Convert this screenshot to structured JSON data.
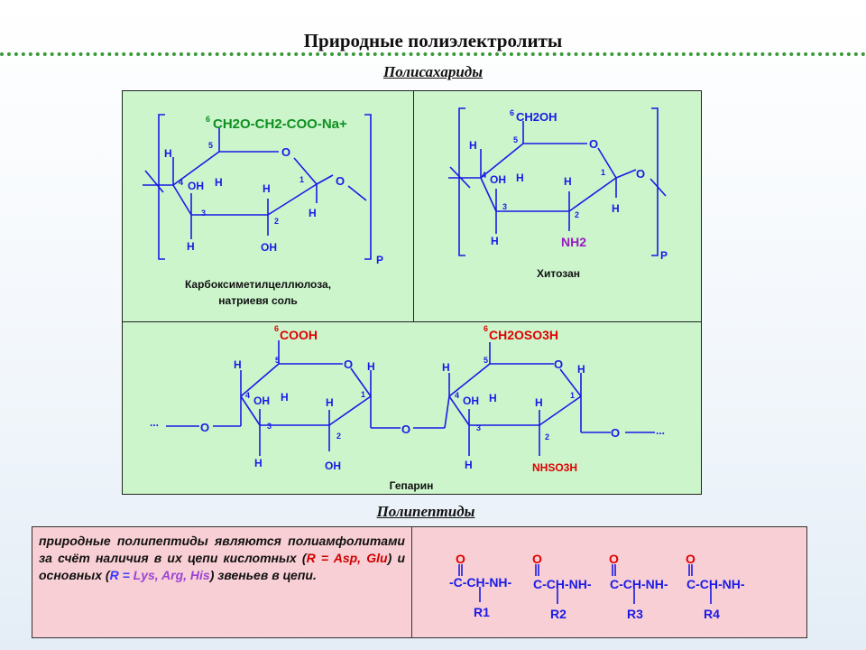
{
  "slide_title": "Природные полиэлектролиты",
  "sections": {
    "polysaccharides": "Полисахариды",
    "polypeptides": "Полипептиды"
  },
  "cmc": {
    "substituent_num": "6",
    "substituent": "CH2O-CH2-COO-Na+",
    "atoms": {
      "h_top": "H",
      "n5": "5",
      "o_ring": "O",
      "n4": "4",
      "oh_left": "OH",
      "h_mid": "H",
      "h_c2": "H",
      "n1": "1",
      "o_link": "O",
      "n3": "3",
      "n2": "2",
      "h_bot": "H",
      "oh_bot": "OH",
      "h_c1": "H"
    },
    "subscript": "P",
    "caption_line1": "Карбоксиметилцеллюлоза,",
    "caption_line2": "натриевя соль"
  },
  "chitosan": {
    "substituent_num": "6",
    "substituent": "CH2OH",
    "atoms": {
      "h_top": "H",
      "n5": "5",
      "o_ring": "O",
      "n4": "4",
      "oh_left": "OH",
      "h_mid": "H",
      "h_c2": "H",
      "n1": "1",
      "o_link": "O",
      "n3": "3",
      "n2": "2",
      "h_bot": "H",
      "h_c1": "H"
    },
    "amine": "NH2",
    "subscript": "P",
    "caption": "Хитозан"
  },
  "heparin": {
    "dots": "...",
    "u1": {
      "substituent_num": "6",
      "substituent": "COOH",
      "atoms": {
        "h_top": "H",
        "n5": "5",
        "o_ring": "O",
        "h_right": "H",
        "n4": "4",
        "oh_left": "OH",
        "h_mid": "H",
        "h_c2": "H",
        "n1": "1",
        "n3": "3",
        "n2": "2",
        "h_bot": "H",
        "oh_bot": "OH",
        "o_left": "O"
      }
    },
    "o_bridge": "O",
    "u2": {
      "substituent_num": "6",
      "substituent": "CH2OSO3H",
      "atoms": {
        "h_top": "H",
        "n5": "5",
        "o_ring": "O",
        "h_right": "H",
        "n4": "4",
        "oh_left": "OH",
        "h_mid": "H",
        "h_c2": "H",
        "n1": "1",
        "n3": "3",
        "n2": "2",
        "h_bot": "H",
        "o_right": "O"
      },
      "sulfamate": "NHSO3H"
    },
    "caption": "Гепарин"
  },
  "polypeptide": {
    "text_1": "природные полипептиды являются полиамфолитами за счёт наличия в их цепи кислотных (",
    "r_eq_1": "R = ",
    "acids": "Asp, Glu",
    "text_2": ") и основных (",
    "r_eq_2": "R = ",
    "bases": "Lys, Arg, His",
    "text_3": ") звеньев в цепи.",
    "chain": {
      "lead": "-C-CH-NH-",
      "repeat": "C-CH-NH-",
      "oxygen": "O",
      "groups": [
        "R1",
        "R2",
        "R3",
        "R4"
      ]
    }
  },
  "colors": {
    "panel": "#ccf5cc",
    "bond": "#1a1ae6",
    "cmc_sub": "#0f8f1f",
    "amine": "#9a1ac0",
    "acid": "#e00000",
    "pink": "#f8cfd4",
    "divider": "#3a9a3a"
  }
}
